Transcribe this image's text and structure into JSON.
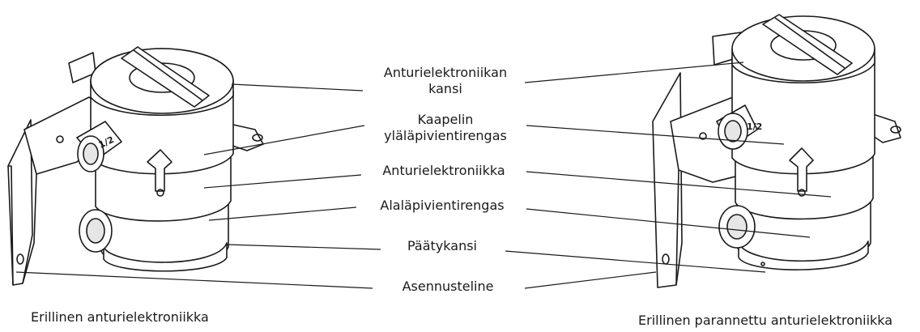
{
  "labels": {
    "sensor_cover": [
      "Anturielektroniikan",
      "kansi"
    ],
    "upper_cable_ring": [
      "Kaapelin",
      "yläläpivientirengas"
    ],
    "sensor_electronics": "Anturielektroniikka",
    "lower_ring": "Alaläpivientirengas",
    "end_cap": "Päätykansi",
    "mounting_bracket": "Asennusteline"
  },
  "captions": {
    "left": "Erillinen anturielektroniikka",
    "right": "Erillinen parannettu anturielektroniikka"
  },
  "port_marking": "1/2",
  "colors": {
    "line": "#1a1a1a",
    "fill": "#ffffff",
    "shade": "#e6e6e6"
  }
}
